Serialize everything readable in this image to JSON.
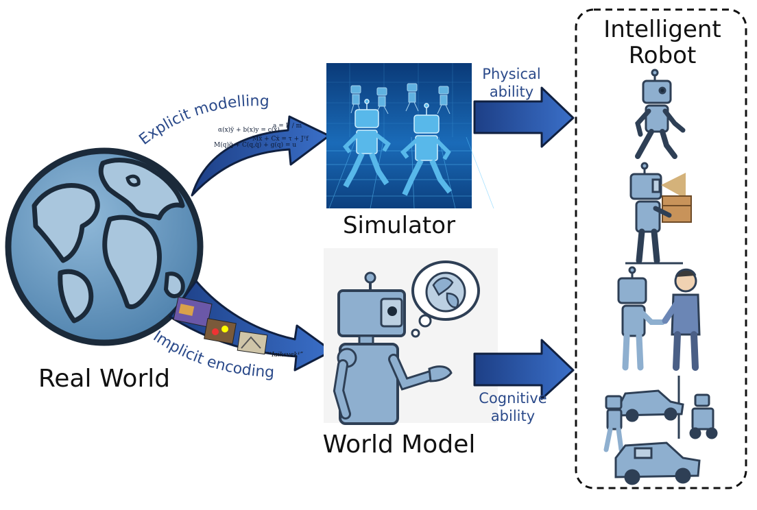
{
  "nodes": {
    "real_world": "Real World",
    "simulator": "Simulator",
    "world_model": "World Model",
    "intelligent_robot_line1": "Intelligent",
    "intelligent_robot_line2": "Robot"
  },
  "edges": {
    "explicit": "Explicit modelling",
    "implicit": "Implicit encoding",
    "physical_line1": "Physical",
    "physical_line2": "ability",
    "cognitive_line1": "Cognitive",
    "cognitive_line2": "ability"
  },
  "equations": [
    "α(x)ÿ + b(x)y = c(x)",
    "M(q)q̈ + C(q,q̇) + g(q) = u",
    "a = F / m",
    "Mẍ + Cẋ = τ + Jᵀf"
  ],
  "colors": {
    "arrow_fill": "#2f5fb6",
    "arrow_stroke": "#102040",
    "text_blue": "#2b4a8a",
    "ocean": "#6e9fc6",
    "land": "#a9c6dd",
    "robot_body": "#8eafcf",
    "robot_stroke": "#2e3f55",
    "sim_bg": "#0f4a8c",
    "sim_glow": "#5ec8ff",
    "box_brown": "#c8935a",
    "dashed_border": "#111111"
  },
  "icons": [
    "globe-icon",
    "simulator-robots-image",
    "world-model-robot-icon",
    "thought-bubble-icon",
    "walking-robot-icon",
    "robot-carrying-box-icon",
    "robot-handshake-human-icon",
    "robot-cars-icon"
  ]
}
